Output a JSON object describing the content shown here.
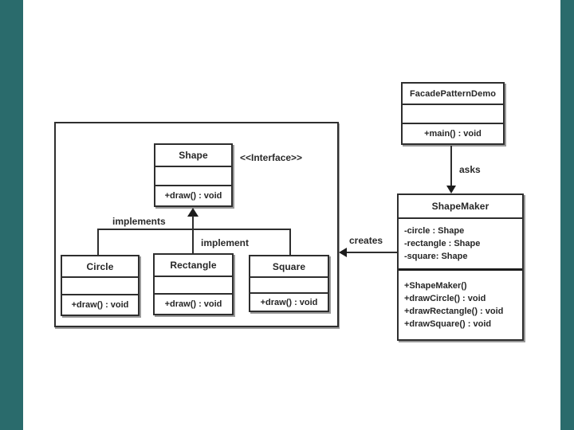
{
  "colors": {
    "margin_teal": "#2a6b6c",
    "line": "#2e2e2e",
    "background": "#ffffff"
  },
  "stereotype": "<<Interface>>",
  "relations": {
    "asks": "asks",
    "creates": "creates",
    "implements": "implements",
    "implement": "implement"
  },
  "classes": {
    "facade_pattern_demo": {
      "name": "FacadePatternDemo",
      "attributes": [],
      "operations": [
        "+main() : void"
      ]
    },
    "shape_maker": {
      "name": "ShapeMaker",
      "attributes": [
        "-circle : Shape",
        "-rectangle : Shape",
        "-square: Shape"
      ],
      "operations": [
        "+ShapeMaker()",
        "+drawCircle() : void",
        "+drawRectangle() : void",
        "+drawSquare() : void"
      ]
    },
    "shape": {
      "name": "Shape",
      "attributes": [],
      "operations": [
        "+draw() : void"
      ]
    },
    "circle": {
      "name": "Circle",
      "attributes": [],
      "operations": [
        "+draw() : void"
      ]
    },
    "rectangle": {
      "name": "Rectangle",
      "attributes": [],
      "operations": [
        "+draw() : void"
      ]
    },
    "square": {
      "name": "Square",
      "attributes": [],
      "operations": [
        "+draw() : void"
      ]
    }
  }
}
